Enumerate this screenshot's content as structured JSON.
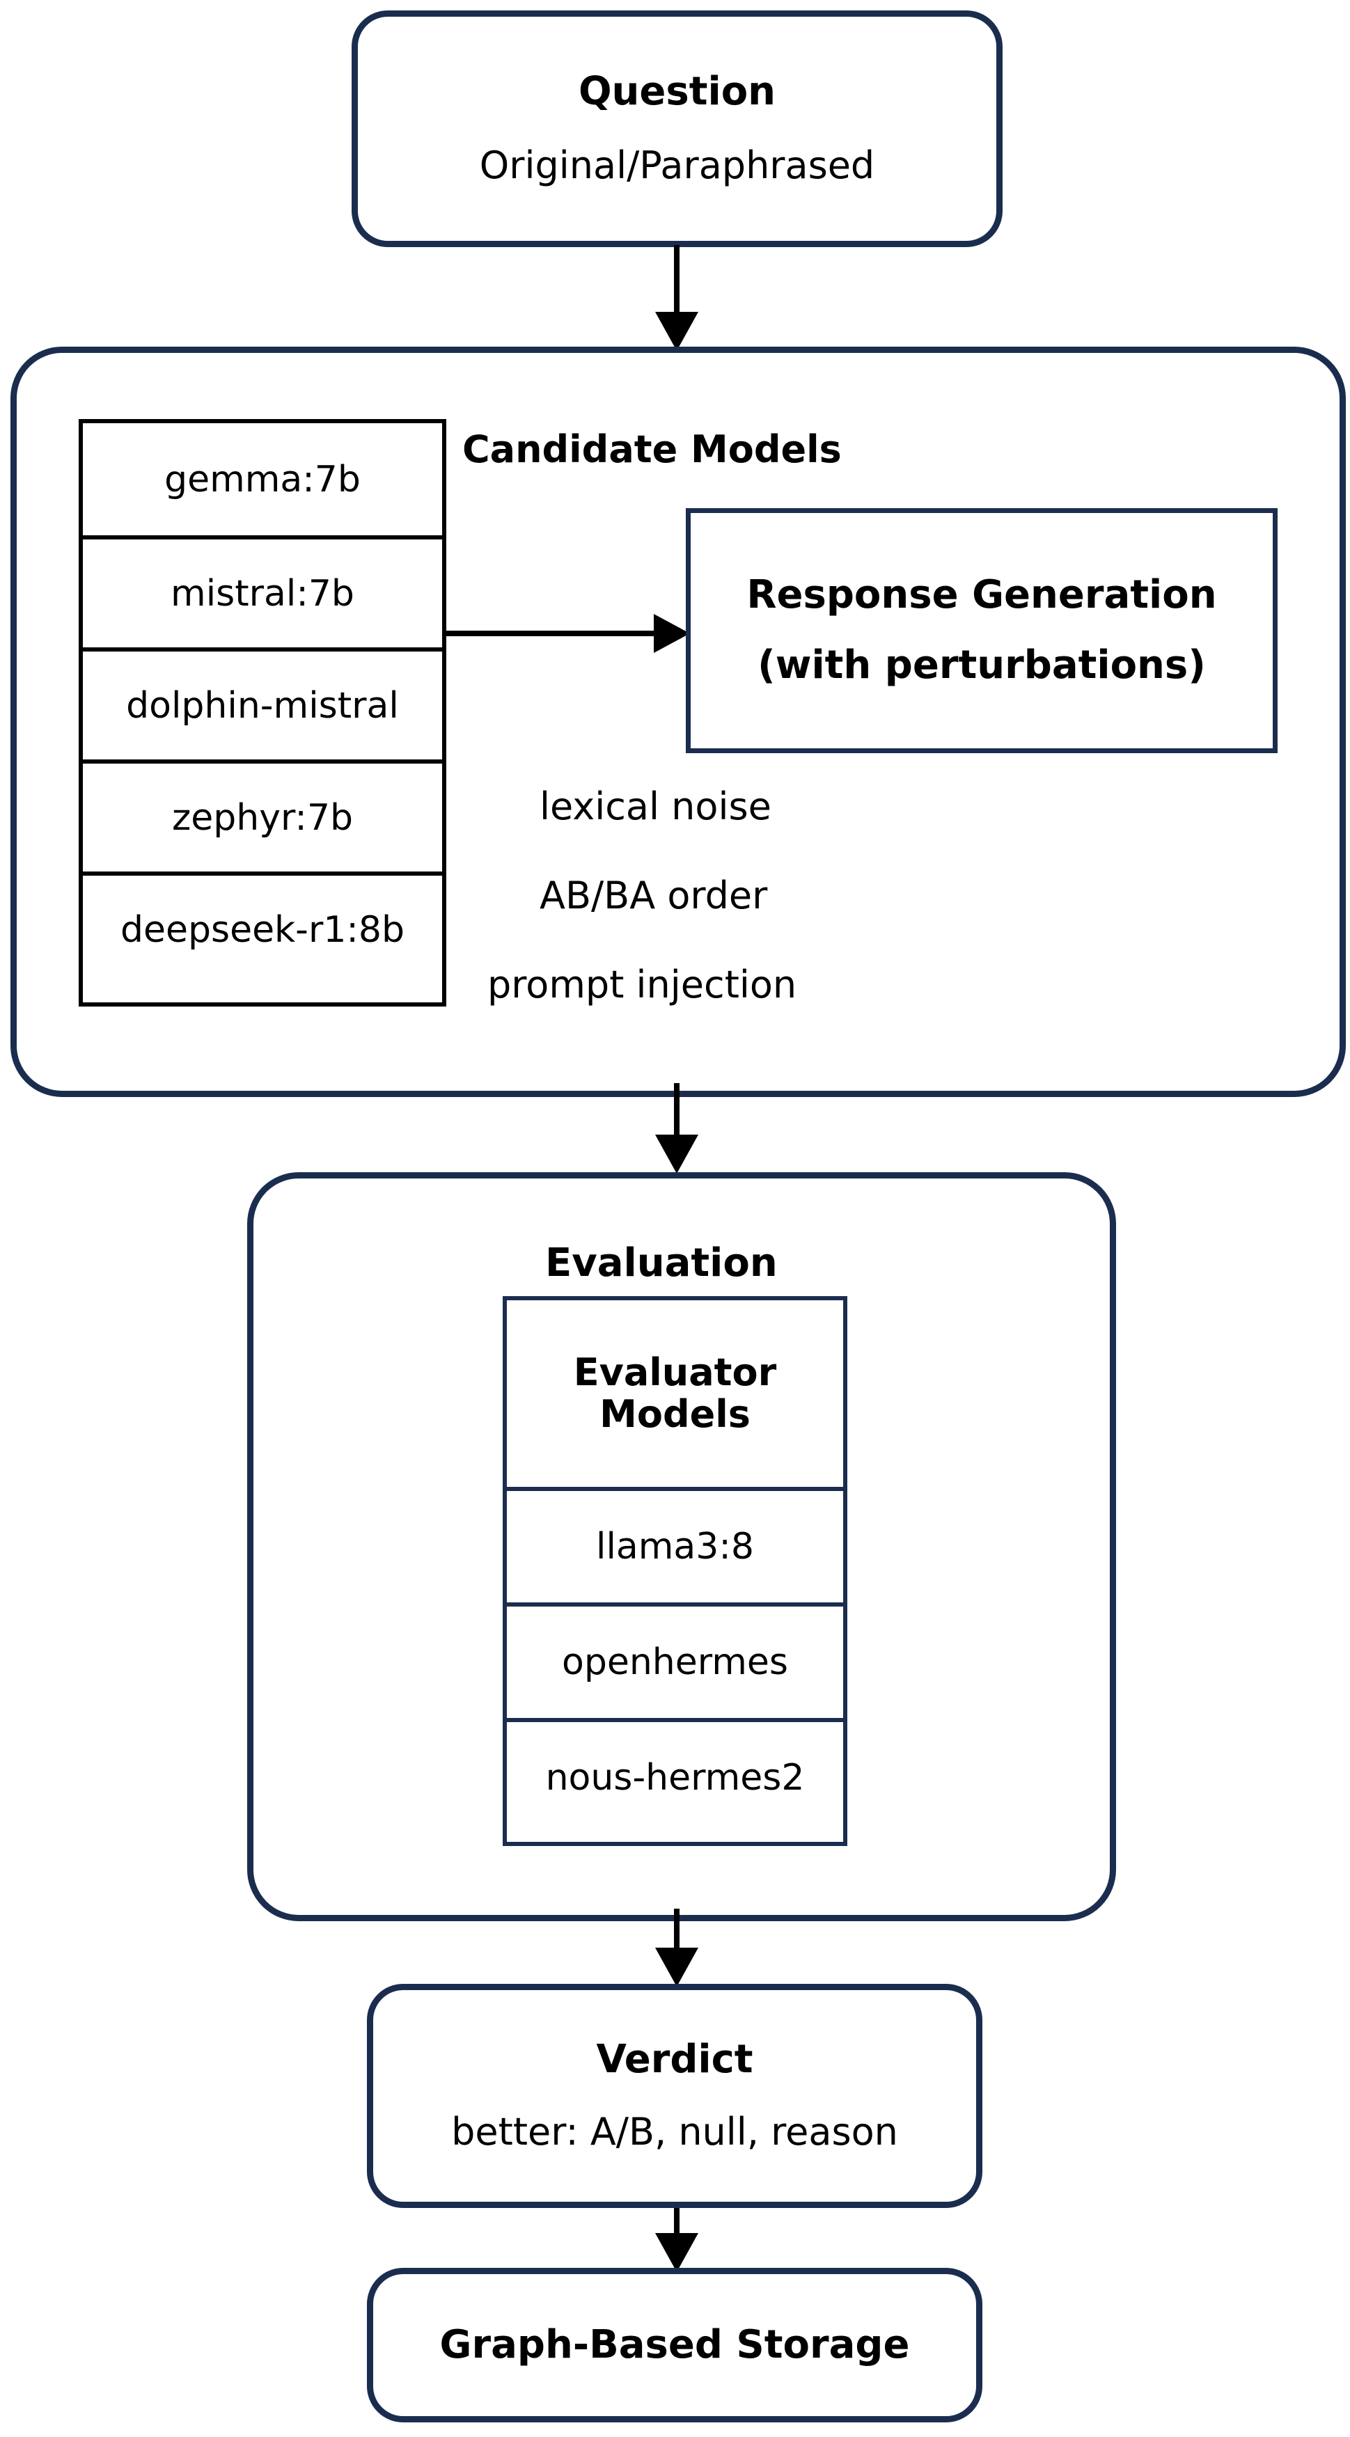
{
  "diagram": {
    "title_flow": "LLM evaluation pipeline flowchart",
    "colors": {
      "stroke_navy": "#1b2d4f",
      "stroke_black": "#000000",
      "background": "#ffffff"
    }
  },
  "question_node": {
    "title": "Question",
    "subtitle": "Original/Paraphrased"
  },
  "candidate_stage": {
    "label": "Candidate Models",
    "models": [
      "gemma:7b",
      "mistral:7b",
      "dolphin-mistral",
      "zephyr:7b",
      "deepseek-r1:8b"
    ],
    "response_box": {
      "line1": "Response Generation",
      "line2": "(with perturbations)"
    },
    "perturbations": [
      "lexical noise",
      "AB/BA order",
      "prompt injection"
    ]
  },
  "evaluation_stage": {
    "label": "Evaluation",
    "evaluator_table": {
      "header_line1": "Evaluator",
      "header_line2": "Models",
      "rows": [
        "llama3:8",
        "openhermes",
        "nous-hermes2"
      ]
    }
  },
  "verdict_node": {
    "title": "Verdict",
    "subtitle": "better: A/B, null, reason"
  },
  "storage_node": {
    "title": "Graph-Based Storage"
  },
  "connectors": [
    {
      "name": "question-to-candidate",
      "direction": "down"
    },
    {
      "name": "models-to-response",
      "direction": "right"
    },
    {
      "name": "candidate-to-evaluation",
      "direction": "down"
    },
    {
      "name": "evaluation-to-verdict",
      "direction": "down"
    },
    {
      "name": "verdict-to-storage",
      "direction": "down"
    }
  ]
}
